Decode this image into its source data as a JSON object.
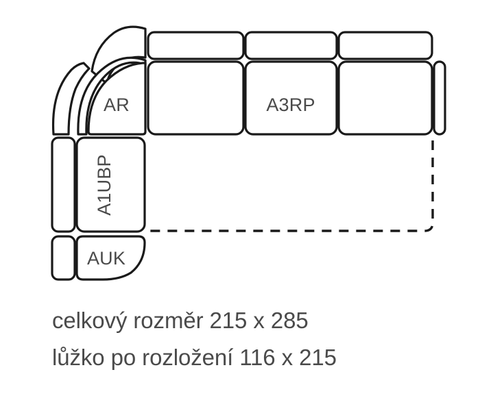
{
  "diagram": {
    "title": "sectional-sofa-layout-plan",
    "stroke_color": "#1a1a1a",
    "fill_color": "#ffffff",
    "label_color": "#4a4a4a",
    "modules": [
      {
        "id": "ar",
        "label": "AR",
        "orientation": "horizontal"
      },
      {
        "id": "a3rp",
        "label": "A3RP",
        "orientation": "horizontal"
      },
      {
        "id": "a1ubp",
        "label": "A1UBP",
        "orientation": "vertical-ccw"
      },
      {
        "id": "auk",
        "label": "AUK",
        "orientation": "horizontal"
      }
    ],
    "bed_area": {
      "style": "dashed",
      "meaning": "unfolded-bed-outline"
    }
  },
  "captions": {
    "overall": "celkový rozměr 215 x 285",
    "bed": "lůžko po rozložení 116 x 215"
  }
}
